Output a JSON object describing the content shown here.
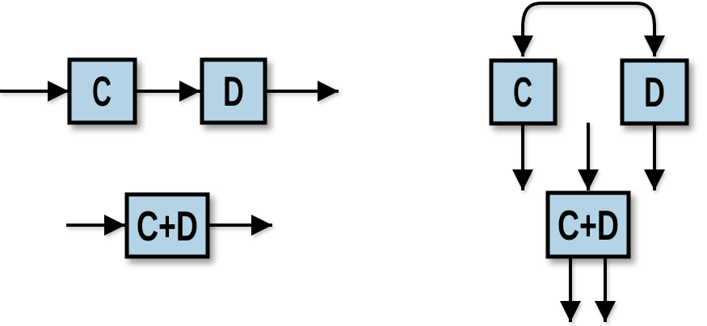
{
  "colors": {
    "box_fill": "#b5d3e6",
    "line": "#000000"
  },
  "left_diagram": {
    "unfused": {
      "first_box": "C",
      "second_box": "D"
    },
    "fused": {
      "box": "C+D"
    }
  },
  "right_diagram": {
    "unfused": {
      "left_box": "C",
      "right_box": "D"
    },
    "fused": {
      "box": "C+D"
    }
  }
}
